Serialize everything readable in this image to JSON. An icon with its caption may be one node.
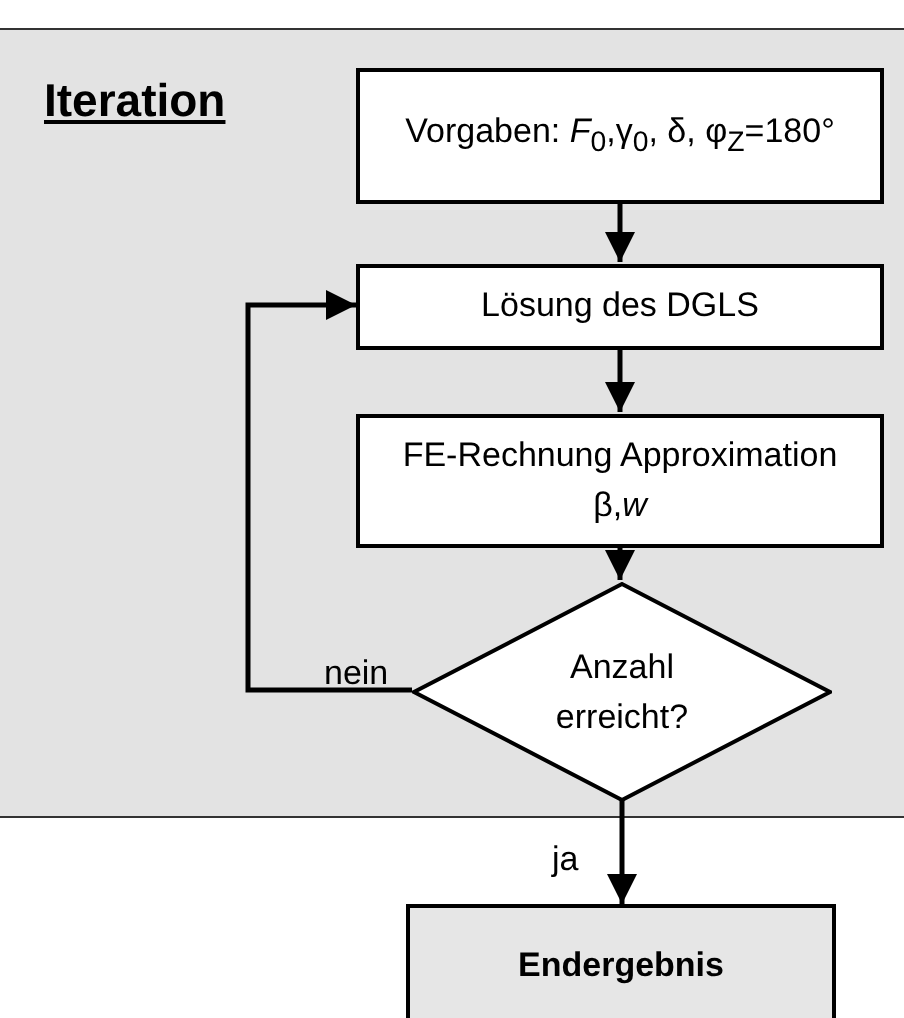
{
  "diagram": {
    "nodes": [
      {
        "text": [
          "Iteration"
        ]
      },
      {
        "text": [
          "Vorgaben: *F*$_{0}$,γ$_{0}$, δ, φ$_{Z}$=180°"
        ],
        "in": 0
      },
      {
        "text": [
          "Lösung des DGLS"
        ],
        "in": 0
      },
      {
        "text": [
          "FE-Rechnung Approximation β,*w*"
        ],
        "in": 0
      },
      {
        "text": [
          "Anzahl erreicht?"
        ],
        "in": 0
      },
      {
        "text": [
          "Endergebnis"
        ]
      }
    ],
    "edges": [
      {
        "from": 1,
        "to": 2,
        "arrow": "to"
      },
      {
        "from": 2,
        "to": 3,
        "arrow": "to"
      },
      {
        "from": 3,
        "to": 4,
        "arrow": "to"
      },
      {
        "from": 4,
        "to": 2,
        "arrow": "to",
        "label": "nein"
      },
      {
        "from": 4,
        "to": 5,
        "arrow": "to",
        "label": "ja"
      }
    ]
  }
}
